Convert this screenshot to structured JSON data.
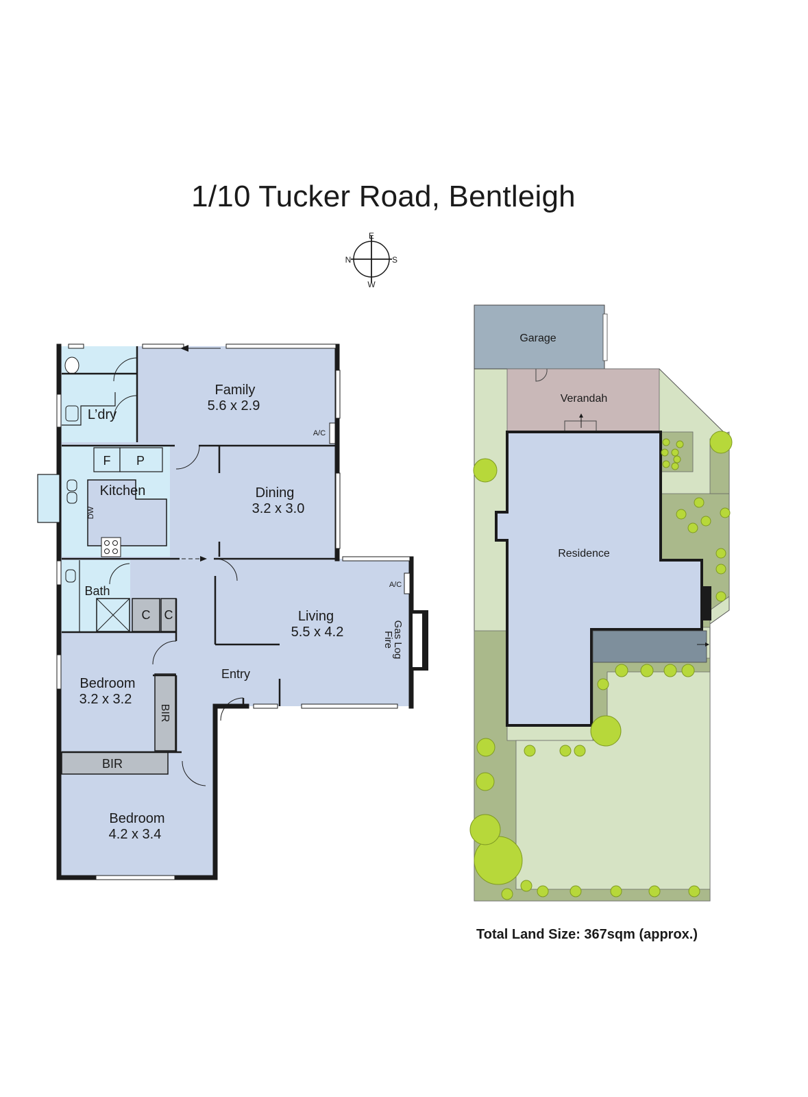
{
  "title": "1/10 Tucker Road, Bentleigh",
  "compass": {
    "north": "N",
    "east": "E",
    "south": "S",
    "west": "W"
  },
  "floor_plan": {
    "rooms": [
      {
        "name": "Family",
        "dims": "5.6 x 2.9"
      },
      {
        "name": "L’dry",
        "dims": ""
      },
      {
        "name": "Kitchen",
        "dims": ""
      },
      {
        "name": "Dining",
        "dims": "3.2 x 3.0"
      },
      {
        "name": "Bath",
        "dims": ""
      },
      {
        "name": "Living",
        "dims": "5.5 x 4.2"
      },
      {
        "name": "Entry",
        "dims": ""
      },
      {
        "name": "Bedroom",
        "dims": "3.2 x 3.2"
      },
      {
        "name": "Bedroom",
        "dims": "4.2 x 3.4"
      }
    ],
    "fixtures": {
      "fridge": "F",
      "pantry": "P",
      "dishwasher": "DW",
      "cupboard_1": "C",
      "cupboard_2": "C",
      "bir_vertical": "BIR",
      "bir_horizontal": "BIR",
      "ac_family": "A/C",
      "ac_living": "A/C",
      "gas_log_line1": "Gas Log",
      "gas_log_line2": "Fire"
    }
  },
  "site_plan": {
    "garage": "Garage",
    "verandah": "Verandah",
    "residence": "Residence"
  },
  "footer": "Total Land Size: 367sqm (approx.)",
  "colors": {
    "room_main": "#c9d5ea",
    "room_wet": "#d2ecf7",
    "storage": "#b9bfc6",
    "wall": "#1b1b1b",
    "garage": "#9fb0be",
    "verandah": "#c9b8b8",
    "lawn": "#d6e3c4",
    "garden_bed": "#aab98b",
    "tree": "#b7d83a",
    "paving": "#7e8f9c"
  }
}
